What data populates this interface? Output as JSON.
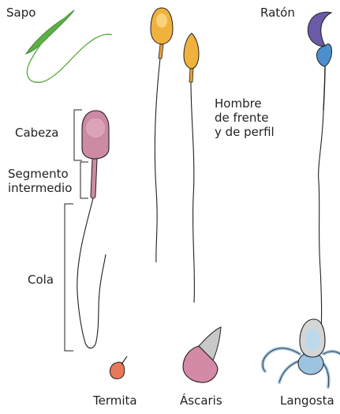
{
  "labels": {
    "sapo": "Sapo",
    "raton": "Ratón",
    "hombre": "Hombre\nde frente\ny de perfil",
    "cabeza": "Cabeza",
    "segmento": "Segmento\nintermedio",
    "cola": "Cola",
    "termita": "Termita",
    "ascaris": "Áscaris",
    "langosta": "Langosta"
  },
  "colors": {
    "sapo": "#5fae48",
    "human_head": "#f0b23c",
    "human_head_light": "#f7d27a",
    "human_midpiece": "#e8a23a",
    "cabeza_body": "#cc8aa4",
    "cabeza_nucleus": "#dba3b8",
    "raton_purple": "#6b5aa8",
    "raton_blue": "#4b8fce",
    "termita": "#e8785a",
    "ascaris_body": "#d48aa6",
    "ascaris_tip": "#c7c9c9",
    "langosta_blue": "#9cc3e0",
    "langosta_gray": "#d4d6d6",
    "outline": "#231f20"
  }
}
